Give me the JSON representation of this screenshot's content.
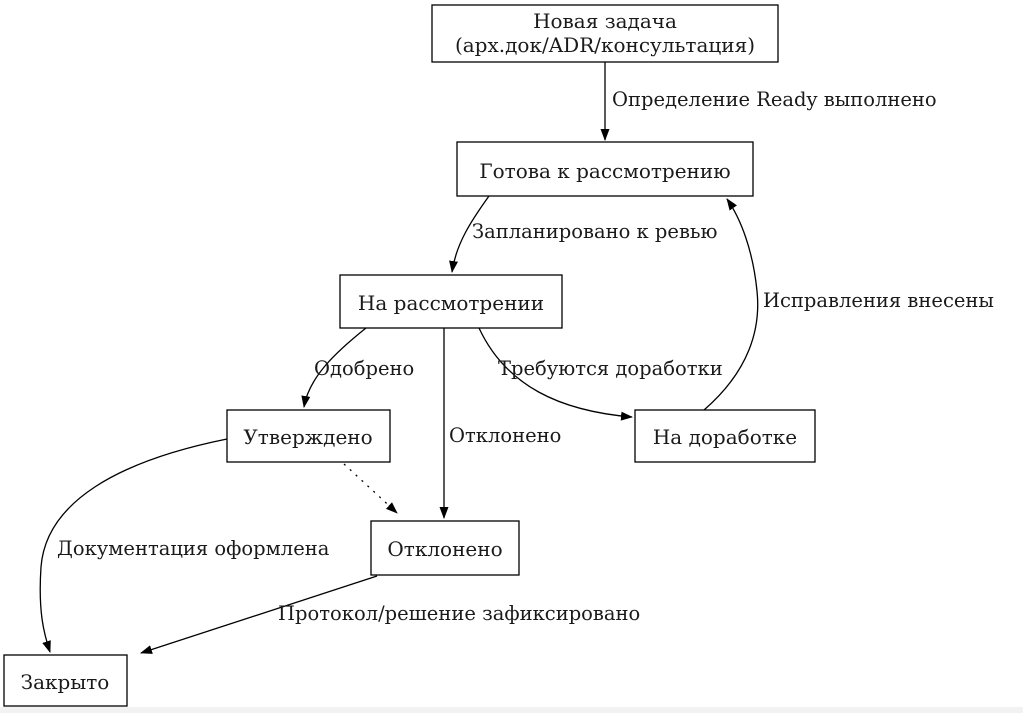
{
  "diagram": {
    "type": "state-flowchart",
    "language": "ru",
    "colors": {
      "background": "#ffffff",
      "node_fill": "#ffffff",
      "stroke": "#000000",
      "text": "#1a1a1a",
      "bottom_strip": "#f2f2f2"
    },
    "nodes": {
      "new_task": {
        "label_line1": "Новая задача",
        "label_line2": "(арх.док/ADR/консультация)"
      },
      "ready_for_review": {
        "label": "Готова к рассмотрению"
      },
      "in_review": {
        "label": "На рассмотрении"
      },
      "approved": {
        "label": "Утверждено"
      },
      "in_rework": {
        "label": "На доработке"
      },
      "rejected": {
        "label": "Отклонено"
      },
      "closed": {
        "label": "Закрыто"
      }
    },
    "edges": {
      "definition_ready": {
        "from": "new_task",
        "to": "ready_for_review",
        "label": "Определение Ready выполнено",
        "style": "solid"
      },
      "scheduled_for_review": {
        "from": "ready_for_review",
        "to": "in_review",
        "label": "Запланировано к ревью",
        "style": "solid"
      },
      "approved_transition": {
        "from": "in_review",
        "to": "approved",
        "label": "Одобрено",
        "style": "solid"
      },
      "rejected_transition": {
        "from": "in_review",
        "to": "rejected",
        "label": "Отклонено",
        "style": "solid"
      },
      "needs_rework": {
        "from": "in_review",
        "to": "in_rework",
        "label": "Требуются доработки",
        "style": "solid"
      },
      "fixes_applied": {
        "from": "in_rework",
        "to": "ready_for_review",
        "label": "Исправления внесены",
        "style": "solid"
      },
      "documentation_done": {
        "from": "approved",
        "to": "closed",
        "label": "Документация оформлена",
        "style": "solid"
      },
      "approved_to_rejected": {
        "from": "approved",
        "to": "rejected",
        "label": "",
        "style": "dotted"
      },
      "protocol_recorded": {
        "from": "rejected",
        "to": "closed",
        "label": "Протокол/решение зафиксировано",
        "style": "solid"
      }
    }
  }
}
